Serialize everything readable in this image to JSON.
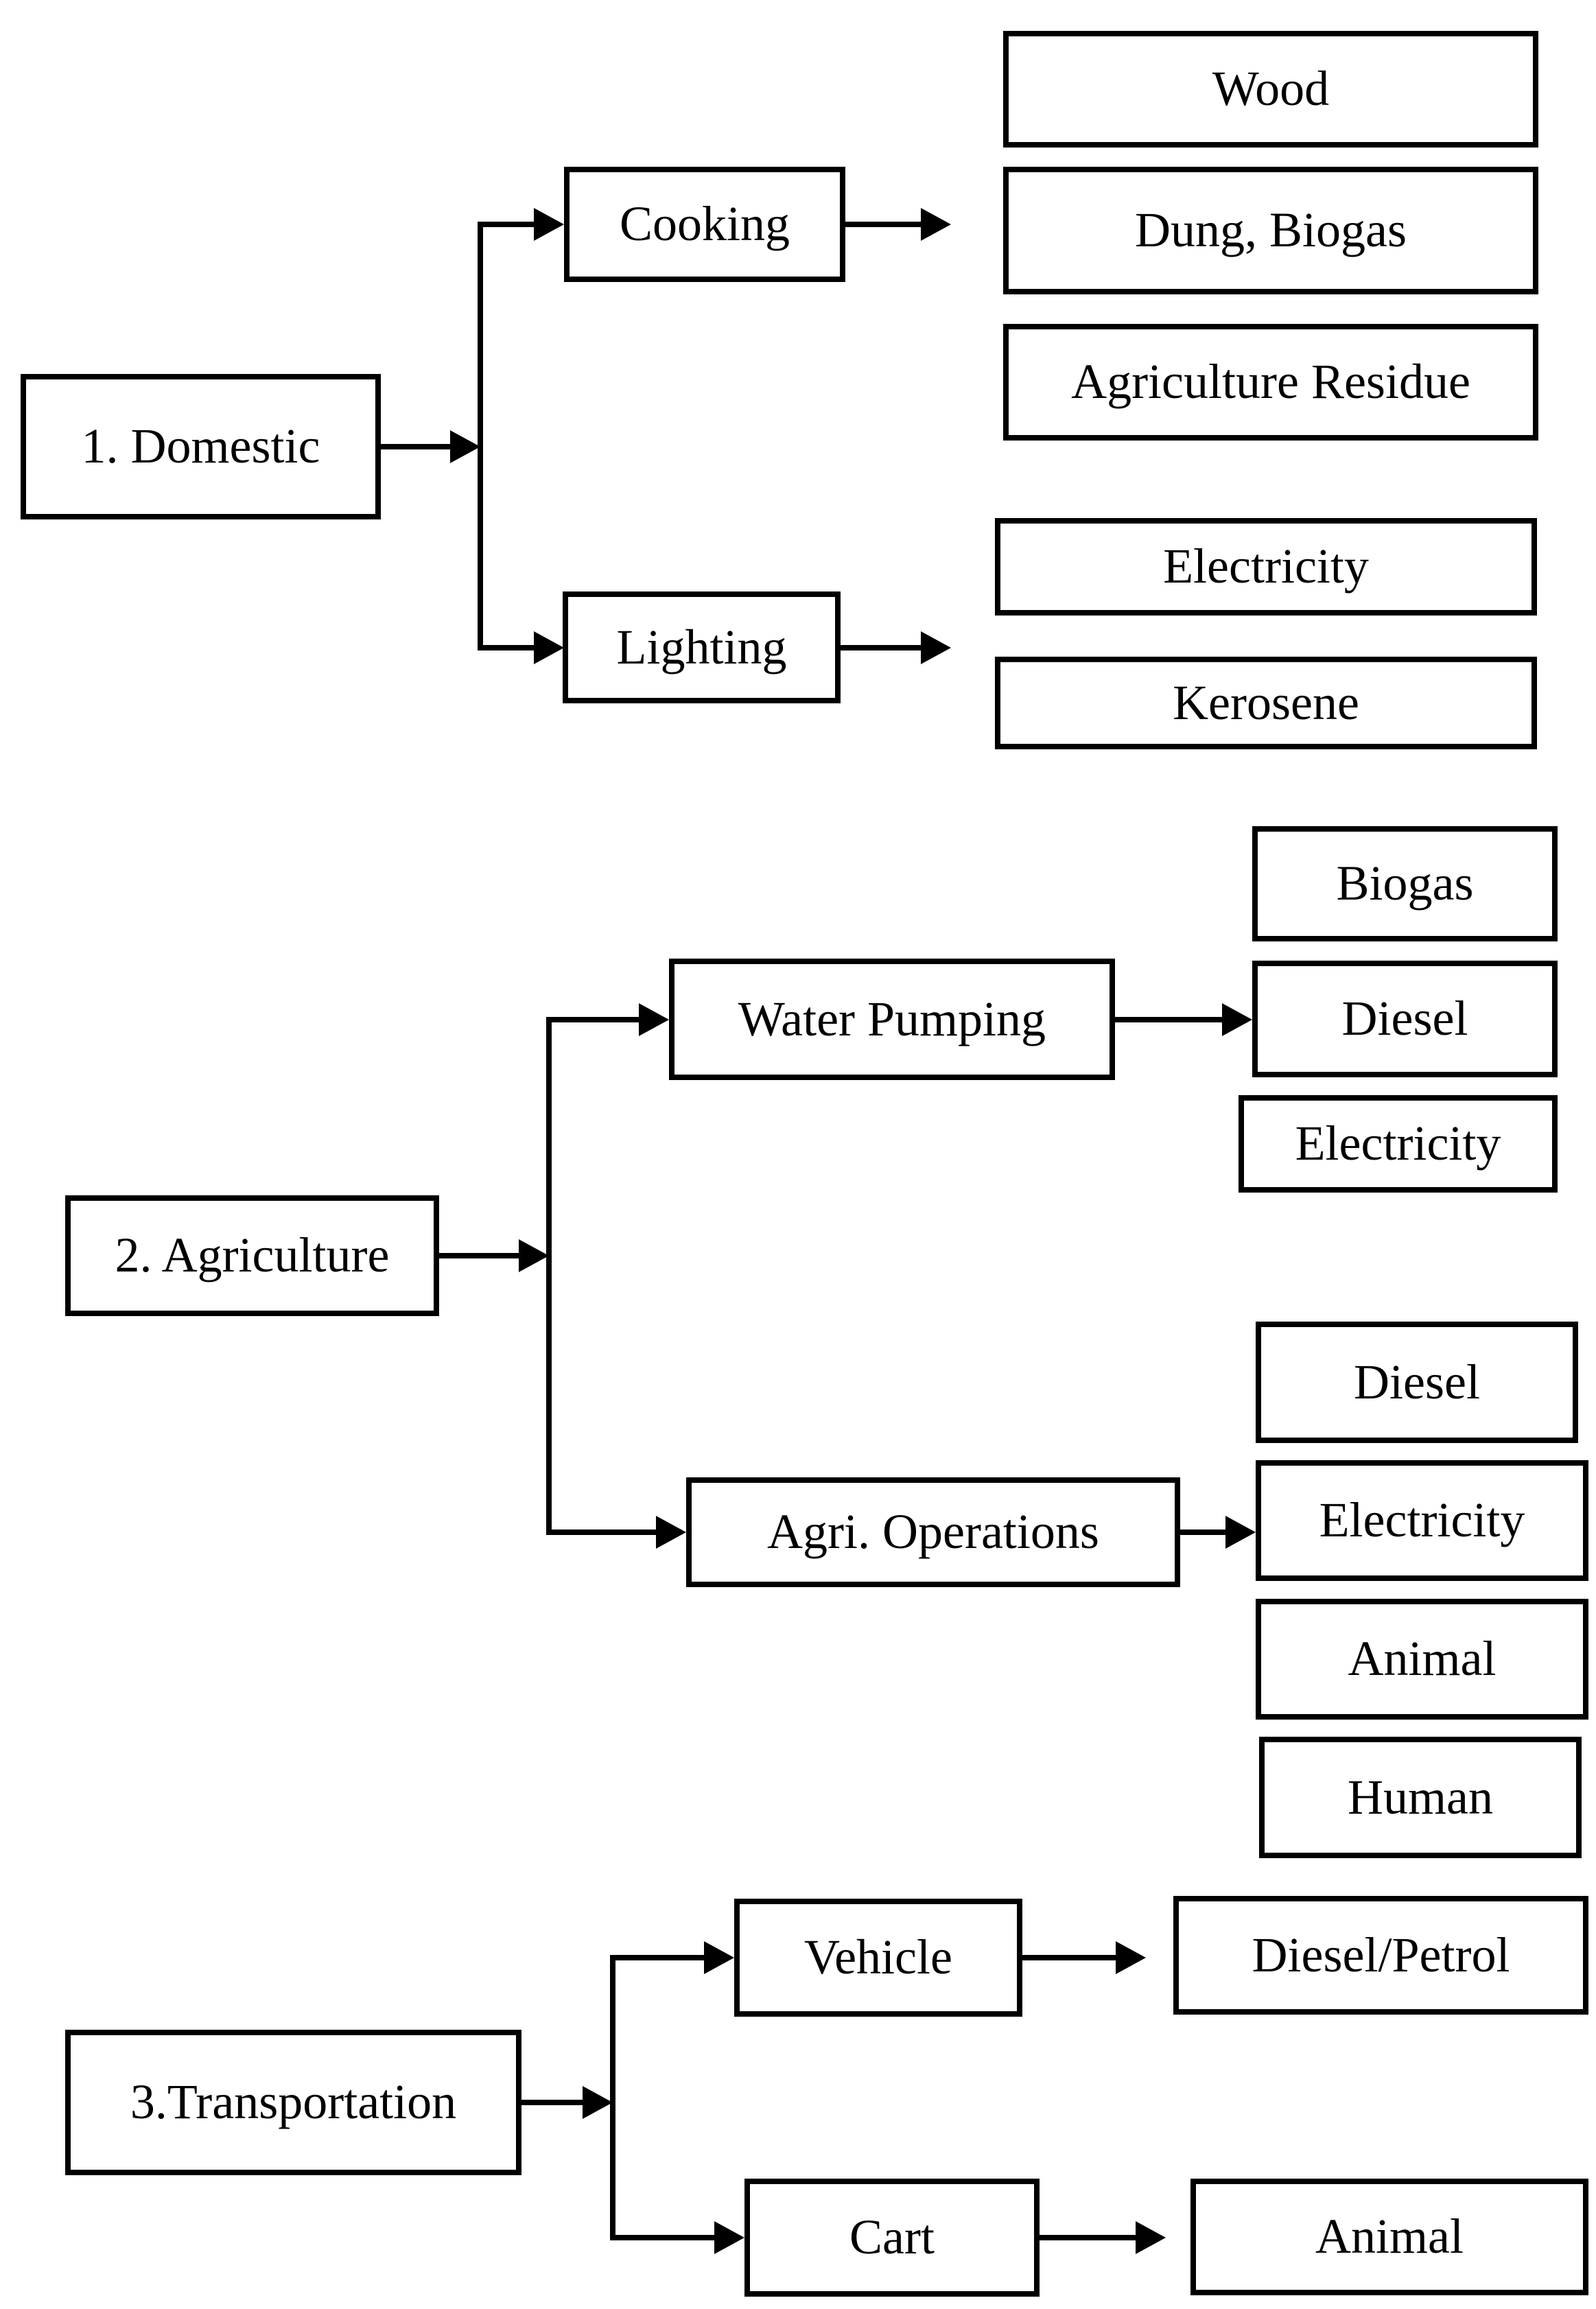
{
  "nodes": {
    "domestic": {
      "label": "1. Domestic"
    },
    "cooking": {
      "label": "Cooking"
    },
    "wood": {
      "label": "Wood"
    },
    "dung_biogas": {
      "label": "Dung, Biogas"
    },
    "agri_residue": {
      "label": "Agriculture Residue"
    },
    "lighting": {
      "label": "Lighting"
    },
    "electricity_l": {
      "label": "Electricity"
    },
    "kerosene": {
      "label": "Kerosene"
    },
    "agriculture": {
      "label": "2. Agriculture"
    },
    "water_pumping": {
      "label": "Water Pumping"
    },
    "biogas_wp": {
      "label": "Biogas"
    },
    "diesel_wp": {
      "label": "Diesel"
    },
    "electricity_wp": {
      "label": "Electricity"
    },
    "agri_operations": {
      "label": "Agri. Operations"
    },
    "diesel_ao": {
      "label": "Diesel"
    },
    "electricity_ao": {
      "label": "Electricity"
    },
    "animal_ao": {
      "label": "Animal"
    },
    "human_ao": {
      "label": "Human"
    },
    "transportation": {
      "label": "3.Transportation"
    },
    "vehicle": {
      "label": "Vehicle"
    },
    "diesel_petrol": {
      "label": "Diesel/Petrol"
    },
    "cart": {
      "label": "Cart"
    },
    "animal_cart": {
      "label": "Animal"
    }
  },
  "hierarchy": [
    {
      "sector": "1. Domestic",
      "uses": [
        {
          "use": "Cooking",
          "sources": [
            "Wood",
            "Dung, Biogas",
            "Agriculture Residue"
          ]
        },
        {
          "use": "Lighting",
          "sources": [
            "Electricity",
            "Kerosene"
          ]
        }
      ]
    },
    {
      "sector": "2. Agriculture",
      "uses": [
        {
          "use": "Water Pumping",
          "sources": [
            "Biogas",
            "Diesel",
            "Electricity"
          ]
        },
        {
          "use": "Agri. Operations",
          "sources": [
            "Diesel",
            "Electricity",
            "Animal",
            "Human"
          ]
        }
      ]
    },
    {
      "sector": "3.Transportation",
      "uses": [
        {
          "use": "Vehicle",
          "sources": [
            "Diesel/Petrol"
          ]
        },
        {
          "use": "Cart",
          "sources": [
            "Animal"
          ]
        }
      ]
    }
  ],
  "edges": [
    {
      "from": "domestic",
      "targets": [
        "cooking",
        "lighting"
      ]
    },
    {
      "from": "cooking",
      "targets": [
        "wood",
        "dung_biogas",
        "agri_residue"
      ]
    },
    {
      "from": "lighting",
      "targets": [
        "electricity_l",
        "kerosene"
      ]
    },
    {
      "from": "agriculture",
      "targets": [
        "water_pumping",
        "agri_operations"
      ]
    },
    {
      "from": "water_pumping",
      "targets": [
        "biogas_wp",
        "diesel_wp",
        "electricity_wp"
      ]
    },
    {
      "from": "agri_operations",
      "targets": [
        "diesel_ao",
        "electricity_ao",
        "animal_ao",
        "human_ao"
      ]
    },
    {
      "from": "transportation",
      "targets": [
        "vehicle",
        "cart"
      ]
    },
    {
      "from": "vehicle",
      "targets": [
        "diesel_petrol"
      ]
    },
    {
      "from": "cart",
      "targets": [
        "animal_cart"
      ]
    }
  ],
  "colors": {
    "line": "#000000",
    "background": "#ffffff",
    "text": "#000000"
  }
}
